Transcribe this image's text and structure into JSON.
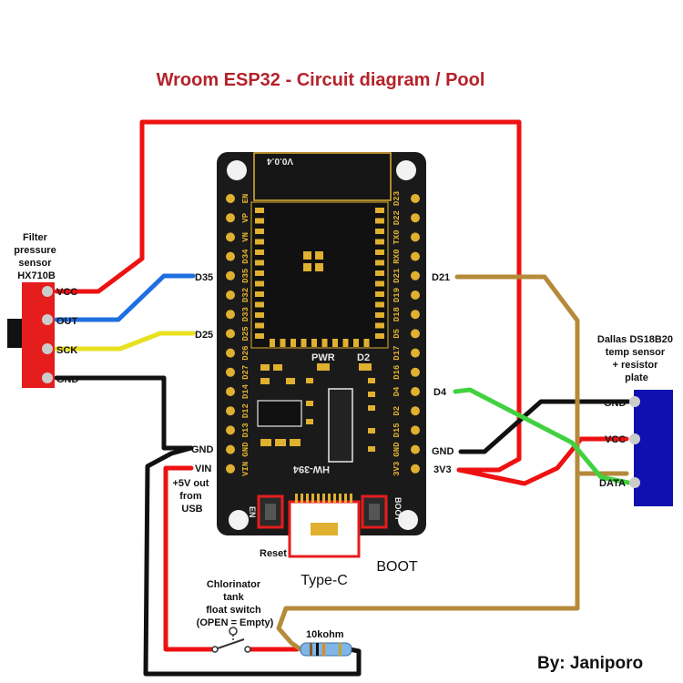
{
  "title": "Wroom ESP32 - Circuit diagram / Pool",
  "credit": "By: Janiporo",
  "colors": {
    "title": "#b5222a",
    "vcc_wire": "#ee1111",
    "data_wire": "#b58a3a",
    "board": "#1a1a1a",
    "pcb_gold": "#e0b030",
    "sensor_plate": "#1010b0",
    "hx_module": "#e51d1d"
  },
  "hx710b": {
    "title_lines": [
      "Filter",
      "pressure",
      "sensor",
      "HX710B"
    ],
    "pins": [
      "VCC",
      "OUT",
      "SCK",
      "GND"
    ]
  },
  "ds18b20": {
    "title_lines": [
      "Dallas DS18B20",
      "temp sensor",
      "+ resistor",
      "plate"
    ],
    "pins": [
      "GND",
      "VCC",
      "DATA"
    ]
  },
  "esp32_labels": {
    "left": [
      "D35",
      "D25",
      "GND",
      "VIN"
    ],
    "right": [
      "D21",
      "D4",
      "GND",
      "3V3"
    ]
  },
  "board": {
    "version": "V0.0.4",
    "model": "HW-394",
    "pwr": "PWR",
    "d2": "D2",
    "en_button": "EN",
    "boot_button": "BOOT",
    "left_header_pins": [
      "EN",
      "VP",
      "VN",
      "D34",
      "D35",
      "D32",
      "D33",
      "D25",
      "D26",
      "D27",
      "D14",
      "D12",
      "D13",
      "GND",
      "VIN"
    ],
    "right_header_pins": [
      "D23",
      "D22",
      "TX0",
      "RX0",
      "D21",
      "D19",
      "D18",
      "D5",
      "D17",
      "D16",
      "D4",
      "D2",
      "D15",
      "GND",
      "3V3"
    ]
  },
  "usb_note_lines": [
    "+5V out",
    "from",
    "USB"
  ],
  "reset_label": "Reset",
  "typec_label": "Type-C",
  "boot_label": "BOOT",
  "float_switch_lines": [
    "Chlorinator",
    "tank",
    "float switch",
    "(OPEN = Empty)"
  ],
  "resistor_label": "10kohm"
}
